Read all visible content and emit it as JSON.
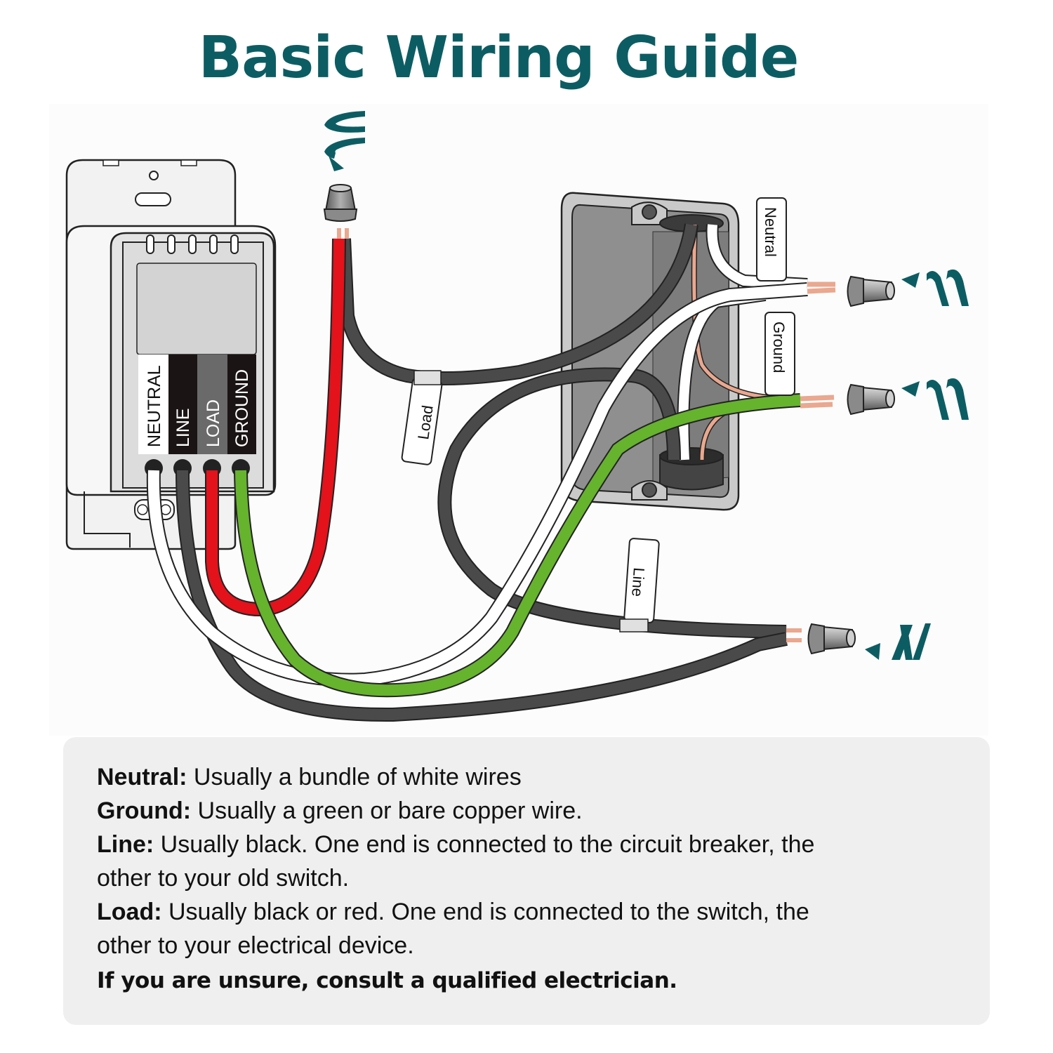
{
  "title": "Basic Wiring Guide",
  "colors": {
    "title": "#0c5d63",
    "neutral_wire": "#ffffff",
    "line_wire": "#4a4a4a",
    "load_wire": "#e3121b",
    "ground_wire": "#66b32e",
    "copper": "#e9a88f",
    "info_bg": "#efefef"
  },
  "device": {
    "terminals": [
      {
        "label": "NEUTRAL",
        "wire_color": "white"
      },
      {
        "label": "LINE",
        "wire_color": "black"
      },
      {
        "label": "LOAD",
        "wire_color": "red"
      },
      {
        "label": "GROUND",
        "wire_color": "green"
      }
    ]
  },
  "wire_tags": {
    "load": "Load",
    "neutral": "Neutral",
    "ground": "Ground",
    "line": "Line"
  },
  "icons": [
    "wire-nut-icon",
    "twist-arrow-icon"
  ],
  "info": {
    "neutral": {
      "term": "Neutral:",
      "desc": "Usually a bundle of white wires"
    },
    "ground": {
      "term": "Ground:",
      "desc": "Usually a green or bare copper wire."
    },
    "line": {
      "term": "Line:",
      "desc": "Usually black. One end is connected to the circuit breaker, the",
      "desc2": "other to your old switch."
    },
    "load": {
      "term": "Load:",
      "desc": "Usually black or red. One end is connected to the switch, the",
      "desc2": "other to your electrical device."
    },
    "warning": "If you are unsure, consult a qualified electrician."
  }
}
